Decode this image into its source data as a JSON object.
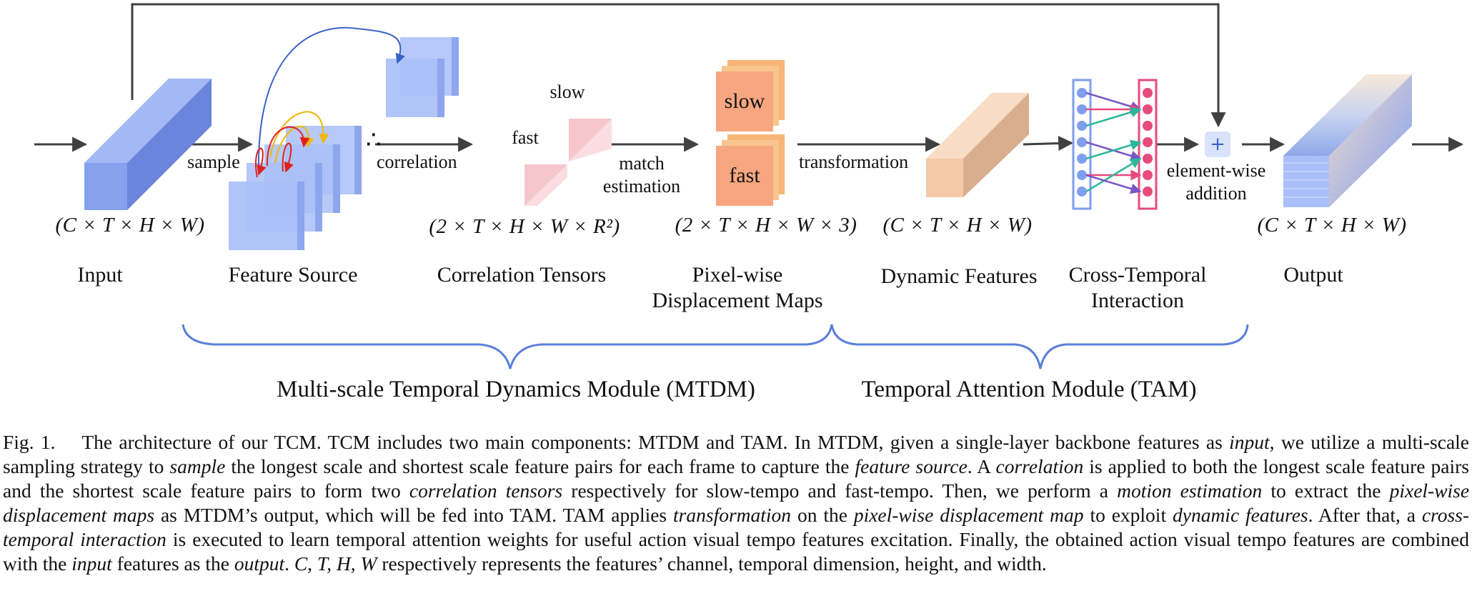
{
  "diagram": {
    "input_label": "Input",
    "feature_source_label": "Feature Source",
    "correlation_tensors_label": "Correlation Tensors",
    "displacement_label_line1": "Pixel-wise",
    "displacement_label_line2": "Displacement Maps",
    "dynamic_features_label": "Dynamic Features",
    "cross_temporal_line1": "Cross-Temporal",
    "cross_temporal_line2": "Interaction",
    "output_label": "Output",
    "dims_input": "(C × T × H × W)",
    "dims_correlation": "(2 × T × H × W × R²)",
    "dims_displacement": "(2 × T × H × W × 3)",
    "dims_dynamic": "(C × T × H × W)",
    "dims_output": "(C × T × H × W)",
    "arrow_sample": "sample",
    "arrow_correlation": "correlation",
    "arrow_match_line1": "match",
    "arrow_match_line2": "estimation",
    "arrow_transformation": "transformation",
    "element_wise_line1": "element-wise",
    "element_wise_line2": "addition",
    "slow_label": "slow",
    "fast_label": "fast",
    "map_slow": "slow",
    "map_fast": "fast",
    "ellipsis": "∴",
    "plus_symbol": "+",
    "module_mtdm": "Multi-scale Temporal Dynamics Module (MTDM)",
    "module_tam": "Temporal Attention Module (TAM)"
  },
  "caption": {
    "p1": "Fig. 1.",
    "p2": "The architecture of our TCM. TCM includes two main components: MTDM and TAM. In MTDM, given a single-layer backbone features as",
    "p3": "input",
    "p4": ", we  utilize a multi-scale sampling strategy to",
    "p5": "sample",
    "p6": "the longest scale and shortest scale feature pairs for each frame to capture the",
    "p7": "feature source",
    "p8": ". A",
    "p9": "correlation",
    "p10": "is applied to both the longest scale feature pairs and the shortest scale feature pairs to form two",
    "p11": "correlation tensors",
    "p12": "respectively for slow-tempo and fast-tempo. Then, we perform a",
    "p13": "motion estimation",
    "p14": "to extract the",
    "p15": "pixel-wise displacement maps",
    "p16": "as MTDM’s output, which will be fed into TAM. TAM applies",
    "p17": "transformation",
    "p18": "on the",
    "p19": "pixel-wise displacement map",
    "p20": "to exploit",
    "p21": "dynamic features",
    "p22": ". After that, a",
    "p23": "cross-temporal interaction",
    "p24": "is executed to learn temporal attention weights for useful action visual tempo features excitation. Finally, the obtained action visual tempo features are combined with the",
    "p25": "input",
    "p26": "features as the",
    "p27": "output",
    "p28": ".",
    "p29": "C, T, H, W",
    "p30": "respectively represents the features’ channel, temporal dimension, height, and width."
  },
  "colors": {
    "arrow": "#404040",
    "blue_cube": "#7f9ef0",
    "light_blue": "#a9bff7",
    "pink": "#f4b8c0",
    "orange": "#f5a070",
    "peach": "#f3c9a8",
    "brace": "#5b7fdb",
    "teal": "#2ab79a",
    "purple": "#7a55c8",
    "magenta": "#e84a7c",
    "red_curve": "#e02020",
    "gold_curve": "#f2b705",
    "blue_curve": "#3a63c8"
  }
}
